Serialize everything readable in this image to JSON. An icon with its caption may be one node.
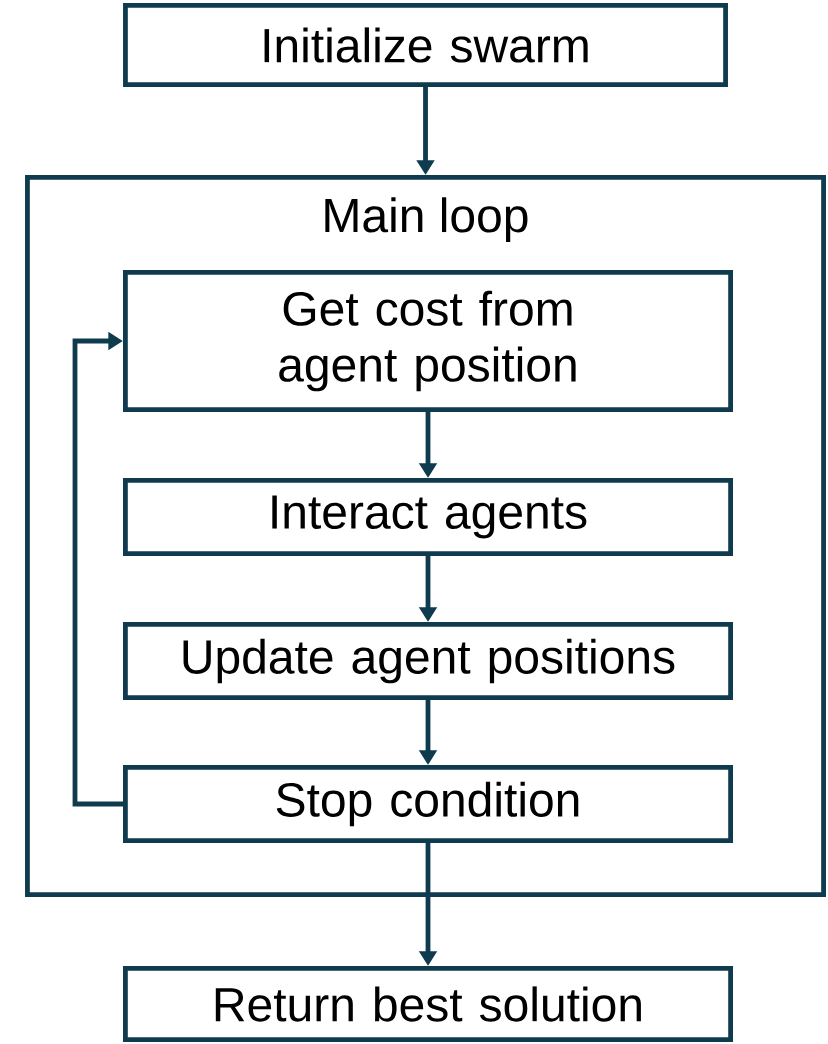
{
  "diagram": {
    "nodes": [
      {
        "text": [
          "Initialize swarm"
        ]
      },
      {
        "text": [
          "Main loop"
        ]
      },
      {
        "text": [
          "Get cost from agent position"
        ],
        "in": 1
      },
      {
        "text": [
          "Interact agents"
        ],
        "in": 1
      },
      {
        "text": [
          "Update agent positions"
        ],
        "in": 1
      },
      {
        "text": [
          "Stop condition"
        ],
        "in": 1
      },
      {
        "text": [
          "Return best solution"
        ]
      }
    ],
    "edges": [
      {
        "from": 0,
        "to": 1,
        "arrow": "to"
      },
      {
        "from": 2,
        "to": 3,
        "arrow": "to"
      },
      {
        "from": 3,
        "to": 4,
        "arrow": "to"
      },
      {
        "from": 4,
        "to": 5,
        "arrow": "to"
      },
      {
        "from": 5,
        "to": 2,
        "arrow": "to"
      },
      {
        "from": 5,
        "to": 6,
        "arrow": "to"
      }
    ]
  }
}
